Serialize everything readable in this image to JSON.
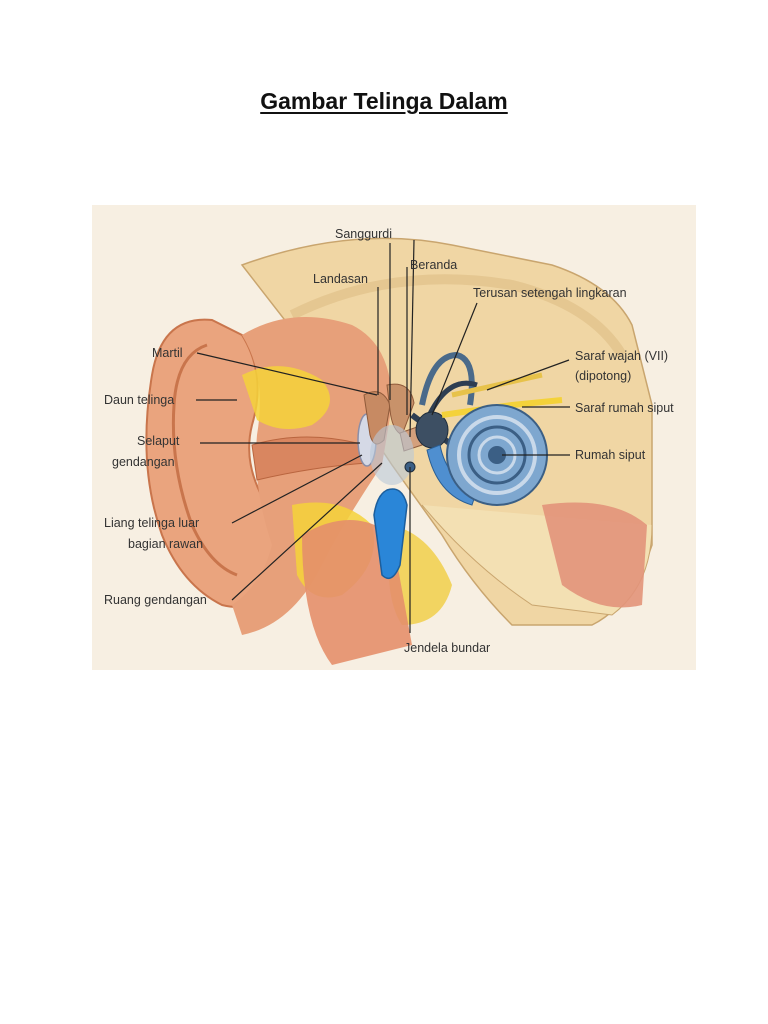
{
  "page": {
    "title": "Gambar Telinga Dalam"
  },
  "figure": {
    "labels": {
      "sanggurdi": "Sanggurdi",
      "landasan": "Landasan",
      "beranda": "Beranda",
      "terusan": "Terusan setengah lingkaran",
      "martil": "Martil",
      "daun_telinga": "Daun telinga",
      "selaput_1": "Selaput",
      "selaput_2": "gendangan",
      "saraf_wajah_1": "Saraf wajah (VII)",
      "saraf_wajah_2": "(dipotong)",
      "saraf_rumah_siput": "Saraf rumah siput",
      "rumah_siput": "Rumah siput",
      "liang_1": "Liang telinga luar",
      "liang_2": "bagian rawan",
      "ruang_gendangan": "Ruang gendangan",
      "jendela_bundar": "Jendela bundar"
    },
    "colors": {
      "skin": "#e8a37c",
      "skin_dark": "#d9825a",
      "bone": "#f2dcaa",
      "cartilage_yellow": "#f4d23a",
      "cochlea_blue": "#6f9fc9",
      "tube_blue": "#2a86d8",
      "background": "#f5ecdc"
    }
  }
}
